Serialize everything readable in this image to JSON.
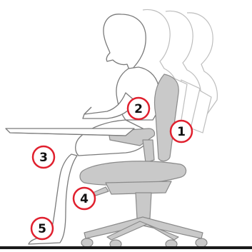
{
  "diagram": {
    "markers": [
      {
        "label": "1",
        "feature": "backrest"
      },
      {
        "label": "2",
        "feature": "armrest"
      },
      {
        "label": "3",
        "feature": "desk"
      },
      {
        "label": "4",
        "feature": "seat"
      },
      {
        "label": "5",
        "feature": "floor"
      }
    ],
    "colors": {
      "chair_fill": "#c9c9c9",
      "chair_stroke": "#8a8a8a",
      "figure_stroke": "#7a7a7a",
      "ghost_stroke": "#bdbdbd",
      "marker_ring": "#e0202e",
      "marker_text": "#111111",
      "floor": "#1a1a1a"
    }
  }
}
